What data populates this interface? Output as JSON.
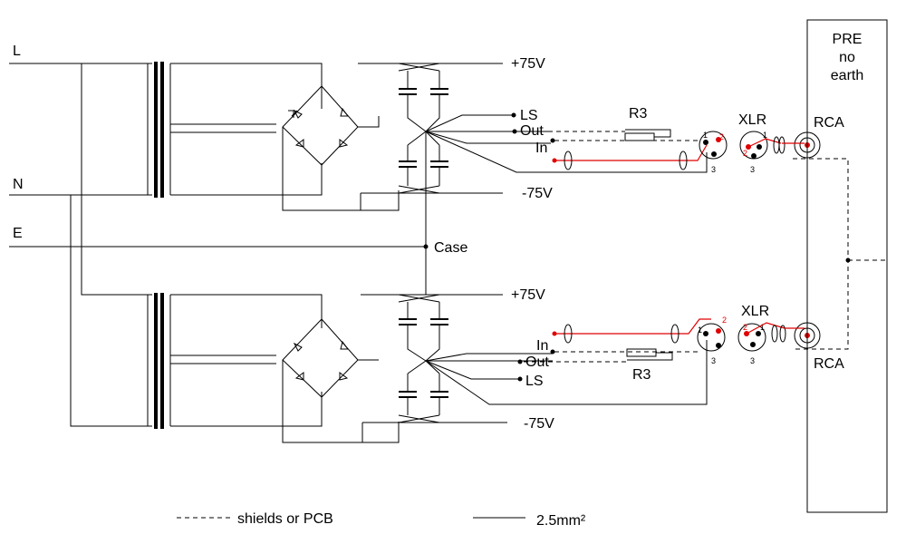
{
  "mains": {
    "line": "L",
    "neutral": "N",
    "earth": "E"
  },
  "case_label": "Case",
  "upper_supply": {
    "pos_rail": "+75V",
    "neg_rail": "-75V",
    "ls": "LS",
    "out": "Out",
    "in": "In",
    "resistor": "R3",
    "xlr": "XLR",
    "rca": "RCA"
  },
  "lower_supply": {
    "pos_rail": "+75V",
    "neg_rail": "-75V",
    "ls": "LS",
    "out": "Out",
    "in": "In",
    "resistor": "R3",
    "xlr": "XLR",
    "rca": "RCA"
  },
  "preamp": {
    "line1": "PRE",
    "line2": "no",
    "line3": "earth"
  },
  "pins": {
    "p1": "1",
    "p2": "2",
    "p3": "3"
  },
  "legend": {
    "dashed": "shields or PCB",
    "solid": "2.5mm²"
  },
  "colors": {
    "wire": "#000000",
    "signal": "#e00000",
    "background": "#ffffff"
  }
}
